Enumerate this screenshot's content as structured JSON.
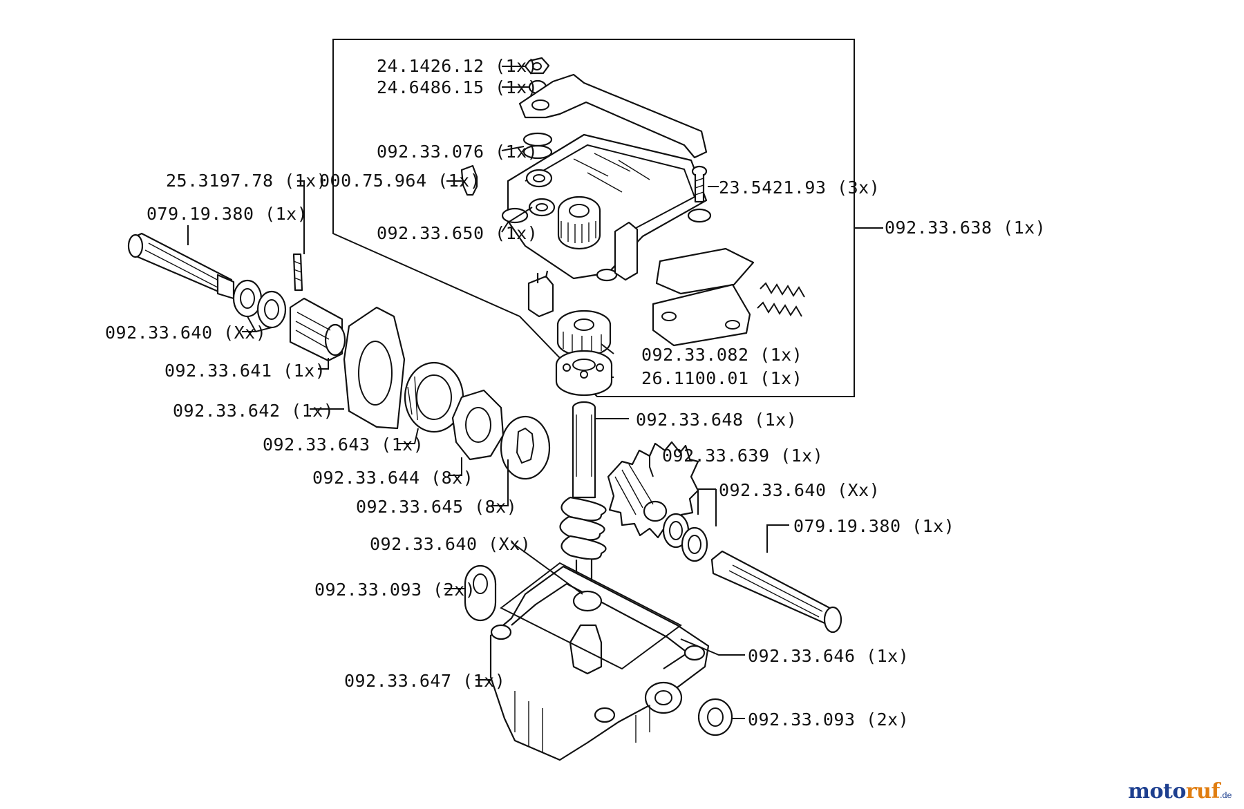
{
  "diagram": {
    "labels": {
      "l_24_1426_12": "24.1426.12  (1x)",
      "l_24_6486_15": "24.6486.15  (1x)",
      "l_092_33_076": "092.33.076 (1x)",
      "l_000_75_964": "000.75.964  (1x)",
      "l_23_5421_93": "23.5421.93  (3x)",
      "l_092_33_650": "092.33.650 (1x)",
      "l_092_33_638": "092.33.638  (1x)",
      "l_25_3197_78": "25.3197.78  (1x)",
      "l_079_19_380_a": "079.19.380  (1x)",
      "l_092_33_640_a": "092.33.640 (Xx)",
      "l_092_33_641": "092.33.641  (1x)",
      "l_092_33_642": "092.33.642  (1x)",
      "l_092_33_082": "092.33.082  (1x)",
      "l_26_1100_01": "26.1100.01  (1x)",
      "l_092_33_648": "092.33.648  (1x)",
      "l_092_33_643": "092.33.643  (1x)",
      "l_092_33_639": "092.33.639  (1x)",
      "l_092_33_644": "092.33.644 (8x)",
      "l_092_33_640_b": "092.33.640  (Xx)",
      "l_092_33_645": "092.33.645 (8x)",
      "l_079_19_380_b": "079.19.380   (1x)",
      "l_092_33_640_c": "092.33.640  (Xx)",
      "l_092_33_093_a": "092.33.093  (2x)",
      "l_092_33_646": "092.33.646 (1x)",
      "l_092_33_647": "092.33.647  (1x)",
      "l_092_33_093_b": "092.33.093  (2x)"
    }
  },
  "watermark": {
    "part1": "moto",
    "part2": "ruf",
    "part3": ".de"
  },
  "colors": {
    "brand_blue": "#1d3f8f",
    "brand_orange": "#e07d10",
    "line": "#111111"
  }
}
